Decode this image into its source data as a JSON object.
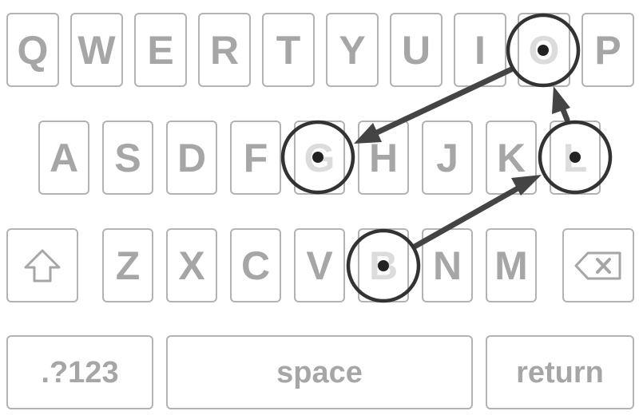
{
  "keyboard": {
    "row1": [
      "Q",
      "W",
      "E",
      "R",
      "T",
      "Y",
      "U",
      "I",
      "O",
      "P"
    ],
    "row2": [
      "A",
      "S",
      "D",
      "F",
      "G",
      "H",
      "J",
      "K",
      "L"
    ],
    "row3": [
      "Z",
      "X",
      "C",
      "V",
      "B",
      "N",
      "M"
    ],
    "shift": {
      "icon": "shift-arrow-icon"
    },
    "backspace": {
      "icon": "backspace-icon"
    },
    "bottom": {
      "numbers_label": ".?123",
      "space_label": "space",
      "return_label": "return"
    }
  },
  "swipe_path": {
    "keys": [
      "B",
      "L",
      "O",
      "G"
    ],
    "colors": {
      "stroke": "#444444",
      "dot": "#222222",
      "key_text": "#a6a6a6",
      "key_border": "#b3b3b3",
      "highlighted_text": "#dcdcdc"
    }
  }
}
